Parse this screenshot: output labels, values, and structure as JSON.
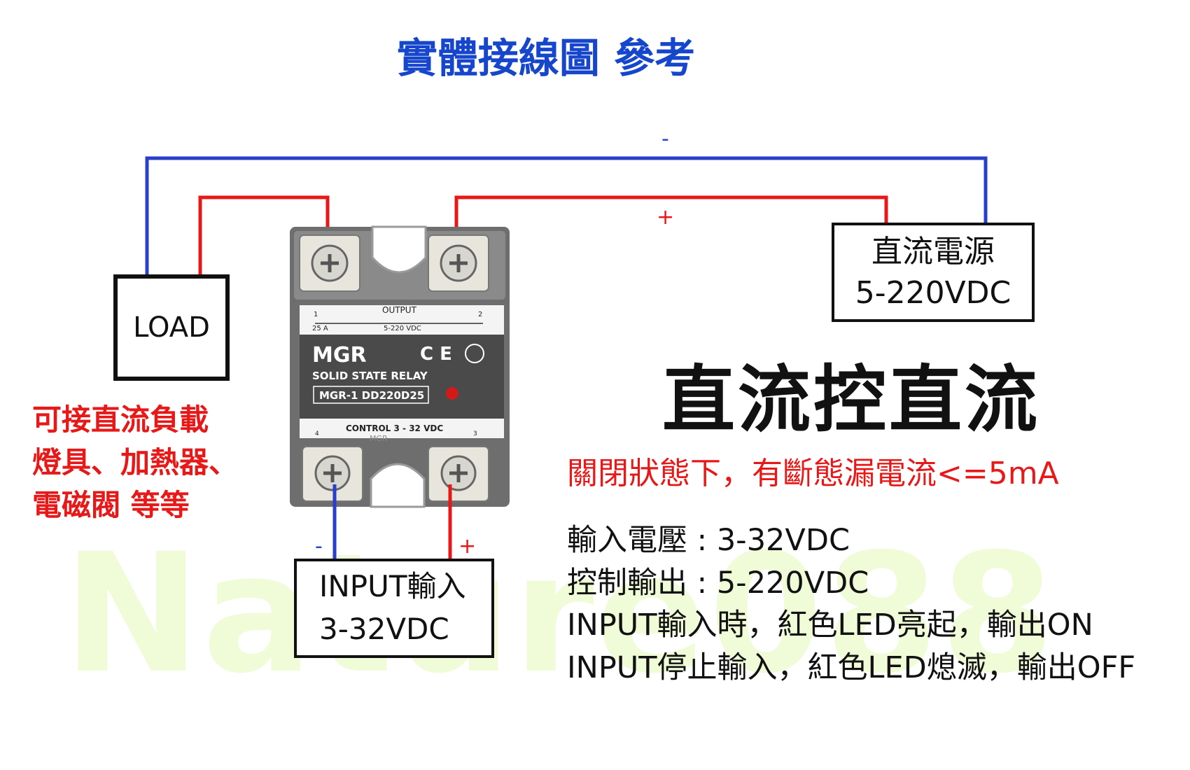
{
  "title": "實體接線圖 參考",
  "watermark": "Nature088",
  "load_box": {
    "label": "LOAD"
  },
  "load_note": {
    "line1": "可接直流負載",
    "line2": "燈具、加熱器、",
    "line3": "電磁閥 等等"
  },
  "power_box": {
    "line1": "直流電源",
    "line2": "5-220VDC"
  },
  "input_box": {
    "line1": "INPUT輸入",
    "line2": "3-32VDC"
  },
  "wire_labels": {
    "top_negative": "-",
    "top_positive": "+",
    "input_negative": "-",
    "input_positive": "+"
  },
  "headline": "直流控直流",
  "leak_current": "關閉狀態下，有斷態漏電流<=5mA",
  "specs": {
    "input_voltage": "輸入電壓 : 3-32VDC",
    "output_control": "控制輸出 : 5-220VDC",
    "on_behavior": "INPUT輸入時，紅色LED亮起，輸出ON",
    "off_behavior": "INPUT停止輸入，紅色LED熄滅，輸出OFF"
  },
  "relay": {
    "output_label": "OUTPUT",
    "output_voltage": "5-220 VDC",
    "term1": "1",
    "term2": "2",
    "term3": "3",
    "term4": "4",
    "current": "25 A",
    "brand": "MGR",
    "ce_mark": "C E",
    "type": "SOLID STATE RELAY",
    "model": "MGR-1  DD220D25",
    "control_label": "CONTROL 3 - 32 VDC",
    "bottom_brand": "MGR"
  },
  "colors": {
    "title": "#1546cc",
    "wire_positive": "#e81818",
    "wire_negative": "#2a3fc8",
    "note_red": "#e81818",
    "watermark": "#f0fbd8"
  }
}
